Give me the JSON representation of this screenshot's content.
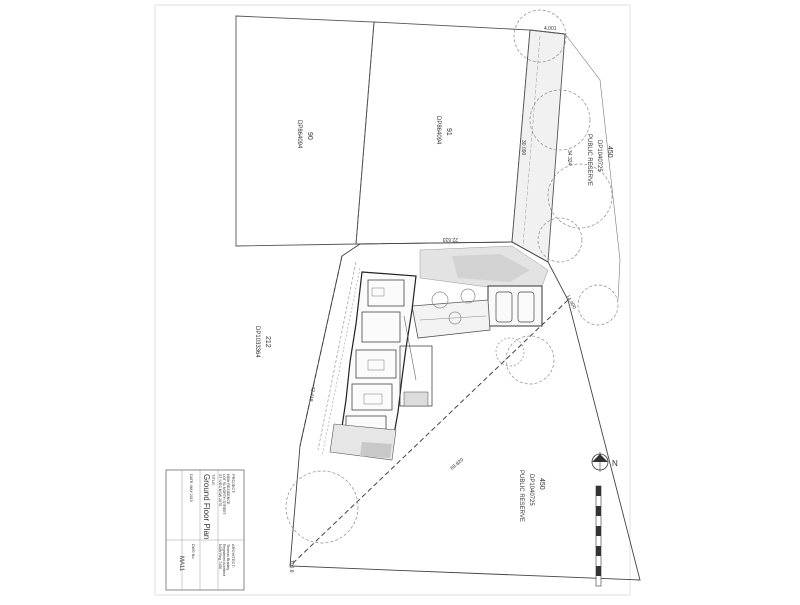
{
  "lots": {
    "lot90": {
      "number": "90",
      "plan": "DP864094"
    },
    "lot91": {
      "number": "91",
      "plan": "DP864094"
    },
    "lot212": {
      "number": "212",
      "plan": "DP1033364"
    },
    "reserve_east": {
      "number": "450",
      "plan": "DP1040725",
      "label": "PUBLIC RESERVE"
    },
    "reserve_south": {
      "number": "450",
      "plan": "DP1040725",
      "label": "PUBLIC RESERVE"
    }
  },
  "dimensions": {
    "top_corner": "4.001",
    "east_upper": "34.324",
    "inner_line": "30.090",
    "mid_offset": "22.633",
    "small_side": "14.400",
    "west_boundary": "42.418",
    "south_diagonal": "69.820",
    "bottom": "100.6"
  },
  "north": {
    "label": "N"
  },
  "title_block": {
    "project_heading": "PROJECT:",
    "project_lines": [
      "NEW RESIDENCE",
      "LOT 91 NORTH STREET",
      "ST IVES NSW 2075"
    ],
    "title_heading": "TITLE:",
    "title": "Ground Floor Plan",
    "date_label": "DATE: MAY 2015",
    "architect_heading": "ARCHITECT:",
    "architect_lines": [
      "Thomas Bradley",
      "Registered Architect",
      "NSW Reg 7456"
    ],
    "dwg_label": "DWG No:",
    "dwg_number": "MA11"
  },
  "colors": {
    "line": "#3a3a3a",
    "faint": "#9a9a9a",
    "hatch": "#bdbdbd"
  }
}
